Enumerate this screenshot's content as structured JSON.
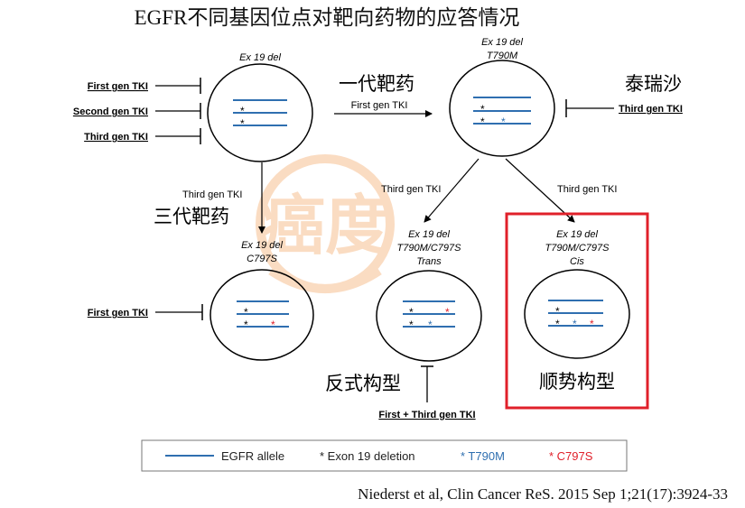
{
  "title": "EGFR不同基因位点对靶向药物的应答情况",
  "cells": {
    "top_left": {
      "label_line1": "Ex 19 del",
      "label_line2": ""
    },
    "top_right": {
      "label_line1": "Ex 19 del",
      "label_line2": "T790M"
    },
    "bottom_left": {
      "label_line1": "Ex 19 del",
      "label_line2": "C797S"
    },
    "bottom_mid": {
      "label_line1": "Ex 19 del",
      "label_line2": "T790M/C797S",
      "label_line3": "Trans"
    },
    "bottom_right": {
      "label_line1": "Ex 19 del",
      "label_line2": "T790M/C797S",
      "label_line3": "Cis"
    }
  },
  "inhibitors": {
    "top_left": [
      "First gen TKI",
      "Second gen TKI",
      "Third gen TKI"
    ],
    "top_right": "Third gen TKI",
    "bottom_left": "First gen TKI",
    "bottom_mid": "First + Third gen TKI"
  },
  "arrows": {
    "top": "First gen TKI",
    "down_left": "Third gen TKI",
    "down_mid": "Third gen TKI",
    "down_right": "Third gen TKI"
  },
  "annotations": {
    "first_gen_drug": "一代靶药",
    "tagrisso": "泰瑞沙",
    "third_gen_drug": "三代靶药",
    "trans_config": "反式构型",
    "cis_config": "顺势构型"
  },
  "watermark": "癌度",
  "legend": {
    "allele": "EGFR allele",
    "exon19": "* Exon 19 deletion",
    "t790m": "* T790M",
    "c797s": "* C797S"
  },
  "citation": "Niederst et al, Clin Cancer ReS. 2015 Sep 1;21(17):3924-33",
  "colors": {
    "allele_line": "#2f6fb0",
    "t790m": "#2f6fb0",
    "c797s": "#e0202a",
    "highlight_box": "#e0202a",
    "watermark": "#f6b27a"
  }
}
